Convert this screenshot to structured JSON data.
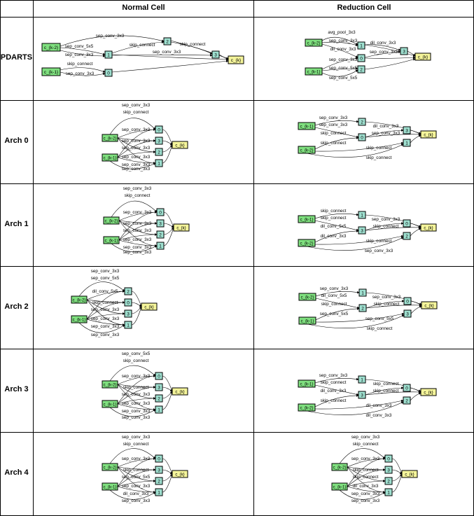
{
  "headers": {
    "normal": "Normal Cell",
    "reduction": "Reduction Cell"
  },
  "rows": [
    {
      "label": "PDARTS",
      "normal": {
        "inputs": [
          "c_{k-2}",
          "c_{k-1}"
        ],
        "nodes": [
          "2",
          "1",
          "3",
          "0"
        ],
        "output": "c_{k}",
        "edges": [
          {
            "from": "c_{k-2}",
            "to": "2",
            "label": "sep_conv_3x3"
          },
          {
            "from": "c_{k-2}",
            "to": "1",
            "label": "sep_conv_5x5"
          },
          {
            "from": "c_{k-2}",
            "to": "1",
            "label": "sep_conv_3x3"
          },
          {
            "from": "1",
            "to": "2",
            "label": "skip_connect"
          },
          {
            "from": "2",
            "to": "3",
            "label": "skip_connect"
          },
          {
            "from": "1",
            "to": "3",
            "label": "sep_conv_3x3"
          },
          {
            "from": "c_{k-1}",
            "to": "0",
            "label": "skip_connect"
          },
          {
            "from": "c_{k-1}",
            "to": "0",
            "label": "sep_conv_3x3"
          },
          {
            "from": "0",
            "to": "c_{k}",
            "label": ""
          },
          {
            "from": "1",
            "to": "c_{k}",
            "label": ""
          },
          {
            "from": "2",
            "to": "c_{k}",
            "label": ""
          },
          {
            "from": "3",
            "to": "c_{k}",
            "label": ""
          }
        ]
      },
      "reduction": {
        "inputs": [
          "c_{k-2}",
          "c_{k-1}"
        ],
        "nodes": [
          "1",
          "3",
          "0",
          "2"
        ],
        "output": "c_{k}",
        "edges": [
          {
            "from": "c_{k-2}",
            "to": "1",
            "label": "avg_pool_3x3"
          },
          {
            "from": "c_{k-2}",
            "to": "1",
            "label": "sep_conv_3x3"
          },
          {
            "from": "1",
            "to": "3",
            "label": "dil_conv_3x3"
          },
          {
            "from": "c_{k-2}",
            "to": "0",
            "label": "dil_conv_3x3"
          },
          {
            "from": "0",
            "to": "3",
            "label": "sep_conv_3x3"
          },
          {
            "from": "c_{k-1}",
            "to": "0",
            "label": "sep_conv_3x3"
          },
          {
            "from": "c_{k-1}",
            "to": "2",
            "label": "sep_conv_5x5"
          },
          {
            "from": "c_{k-1}",
            "to": "2",
            "label": "sep_conv_5x5"
          }
        ]
      }
    },
    {
      "label": "Arch 0",
      "normal": {
        "inputs": [
          "c_{k-2}",
          "c_{k-1}"
        ],
        "nodes": [
          "0",
          "3",
          "2",
          "1"
        ],
        "output": "c_{k}",
        "edges": [
          {
            "label": "sep_conv_3x3"
          },
          {
            "label": "skip_connect"
          },
          {
            "label": "sep_conv_3x3"
          },
          {
            "label": "sep_conv_3x3"
          },
          {
            "label": "sep_conv_3x3"
          },
          {
            "label": "sep_conv_3x3"
          },
          {
            "label": "sep_conv_3x3"
          },
          {
            "label": "sep_conv_3x3"
          }
        ]
      },
      "reduction": {
        "inputs": [
          "c_{k-1}",
          "c_{k-2}"
        ],
        "nodes": [
          "2",
          "0",
          "3",
          "1"
        ],
        "output": "c_{k}",
        "edges": [
          {
            "label": "sep_conv_3x3"
          },
          {
            "label": "sep_conv_3x3"
          },
          {
            "label": "skip_connect"
          },
          {
            "label": "skip_connect"
          },
          {
            "label": "dil_conv_3x3"
          },
          {
            "label": "sep_conv_3x3"
          },
          {
            "label": "skip_connect"
          },
          {
            "label": "skip_connect"
          }
        ]
      }
    },
    {
      "label": "Arch 1",
      "normal": {
        "inputs": [
          "c_{k-2}",
          "c_{k-1}"
        ],
        "nodes": [
          "0",
          "3",
          "2",
          "1"
        ],
        "output": "c_{k}",
        "edges": [
          {
            "label": "sep_conv_3x3"
          },
          {
            "label": "skip_connect"
          },
          {
            "label": "sep_conv_3x3"
          },
          {
            "label": "sep_conv_3x3"
          },
          {
            "label": "sep_conv_3x3"
          },
          {
            "label": "sep_conv_3x3"
          },
          {
            "label": "sep_conv_3x3"
          },
          {
            "label": "sep_conv_3x3"
          }
        ]
      },
      "reduction": {
        "inputs": [
          "c_{k-1}",
          "c_{k-2}"
        ],
        "nodes": [
          "1",
          "3",
          "0",
          "2"
        ],
        "output": "c_{k}",
        "edges": [
          {
            "label": "skip_connect"
          },
          {
            "label": "skip_connect"
          },
          {
            "label": "dil_conv_5x5"
          },
          {
            "label": "dil_conv_3x3"
          },
          {
            "label": "sep_conv_3x3"
          },
          {
            "label": "skip_connect"
          },
          {
            "label": "skip_connect"
          },
          {
            "label": "sep_conv_3x3"
          }
        ]
      }
    },
    {
      "label": "Arch 2",
      "normal": {
        "inputs": [
          "c_{k-2}",
          "c_{k-1}"
        ],
        "nodes": [
          "2",
          "0",
          "3",
          "1"
        ],
        "output": "c_{k}",
        "edges": [
          {
            "label": "sep_conv_3x3"
          },
          {
            "label": "sep_conv_5x5"
          },
          {
            "label": "dil_conv_5x5"
          },
          {
            "label": "skip_connect"
          },
          {
            "label": "sep_conv_3x3"
          },
          {
            "label": "sep_conv_3x3"
          },
          {
            "label": "sep_conv_3x3"
          },
          {
            "label": "sep_conv_3x3"
          }
        ]
      },
      "reduction": {
        "inputs": [
          "c_{k-2}",
          "c_{k-1}"
        ],
        "nodes": [
          "1",
          "2",
          "0",
          "3"
        ],
        "output": "c_{k}",
        "edges": [
          {
            "label": "sep_conv_3x3"
          },
          {
            "label": "dil_conv_5x5"
          },
          {
            "label": "skip_connect"
          },
          {
            "label": "sep_conv_5x5"
          },
          {
            "label": "sep_conv_3x3"
          },
          {
            "label": "skip_connect"
          },
          {
            "label": "sep_conv_5x5"
          },
          {
            "label": "skip_connect"
          }
        ]
      }
    },
    {
      "label": "Arch 3",
      "normal": {
        "inputs": [
          "c_{k-2}",
          "c_{k-1}"
        ],
        "nodes": [
          "0",
          "3",
          "2",
          "1"
        ],
        "output": "c_{k}",
        "edges": [
          {
            "label": "sep_conv_5x5"
          },
          {
            "label": "skip_connect"
          },
          {
            "label": "sep_conv_3x3"
          },
          {
            "label": "skip_connect"
          },
          {
            "label": "sep_conv_3x3"
          },
          {
            "label": "sep_conv_3x3"
          },
          {
            "label": "sep_conv_3x3"
          },
          {
            "label": "sep_conv_3x3"
          }
        ]
      },
      "reduction": {
        "inputs": [
          "c_{k-1}",
          "c_{k-2}"
        ],
        "nodes": [
          "1",
          "3",
          "0",
          "2"
        ],
        "output": "c_{k}",
        "edges": [
          {
            "label": "sep_conv_3x3"
          },
          {
            "label": "skip_connect"
          },
          {
            "label": "dil_conv_3x3"
          },
          {
            "label": "skip_connect"
          },
          {
            "label": "skip_connect"
          },
          {
            "label": "skip_connect"
          },
          {
            "label": "dil_conv_3x3"
          },
          {
            "label": "dil_conv_3x3"
          }
        ]
      }
    },
    {
      "label": "Arch 4",
      "normal": {
        "inputs": [
          "c_{k-2}",
          "c_{k-1}"
        ],
        "nodes": [
          "0",
          "3",
          "2",
          "1"
        ],
        "output": "c_{k}",
        "edges": [
          {
            "label": "sep_conv_3x3"
          },
          {
            "label": "skip_connect"
          },
          {
            "label": "sep_conv_3x3"
          },
          {
            "label": "skip_connect"
          },
          {
            "label": "sep_conv_5x5"
          },
          {
            "label": "sep_conv_3x3"
          },
          {
            "label": "dil_conv_3x3"
          },
          {
            "label": "sep_conv_3x3"
          }
        ]
      },
      "reduction": {
        "inputs": [
          "c_{k-2}",
          "c_{k-1}"
        ],
        "nodes": [
          "0",
          "3",
          "2",
          "1"
        ],
        "output": "c_{k}",
        "edges": [
          {
            "label": "sep_conv_3x3"
          },
          {
            "label": "skip_connect"
          },
          {
            "label": "sep_conv_3x3"
          },
          {
            "label": "skip_connect"
          },
          {
            "label": "skip_connect"
          },
          {
            "label": "dil_conv_3x3"
          },
          {
            "label": "sep_conv_3x3"
          },
          {
            "label": "sep_conv_3x3"
          }
        ]
      }
    }
  ],
  "colors": {
    "input_fill": "#7fe07f",
    "node_fill": "#9fe0d0",
    "output_fill": "#f4f49a",
    "border": "#000000"
  }
}
